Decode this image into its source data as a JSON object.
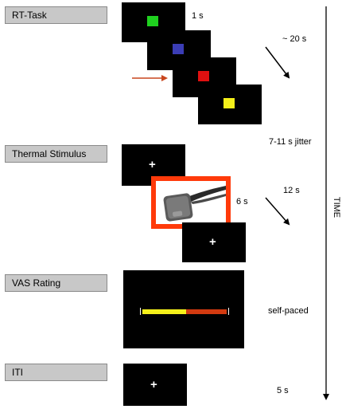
{
  "phases": {
    "rt_task": "RT-Task",
    "thermal": "Thermal Stimulus",
    "vas": "VAS Rating",
    "iti": "ITI"
  },
  "timings": {
    "first_stim": "1 s",
    "rt_duration": "~ 20 s",
    "jitter": "7-11 s jitter",
    "thermal_gap": "12 s",
    "heat": "6 s",
    "vas": "self-paced",
    "iti": "5 s"
  },
  "fixation_symbol": "+",
  "time_axis_label": "TIME",
  "colors": {
    "square_1": "#1fd11f",
    "square_2": "#3b3db5",
    "square_3": "#e01010",
    "square_4": "#f5f01a",
    "heat_frame": "#ff3a0a",
    "vas_left": "#f5f01a",
    "vas_right": "#d23a10",
    "target_arrow": "#c8461e"
  },
  "icons": [
    "thermode-device-icon",
    "arrow-icon"
  ]
}
